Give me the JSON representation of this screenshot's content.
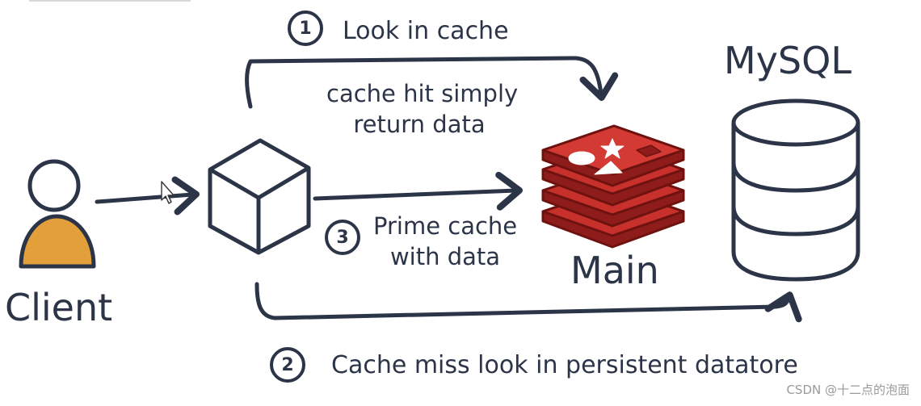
{
  "nodes": {
    "client": "Client",
    "cache": "Main",
    "database": "MySQL"
  },
  "steps": [
    {
      "number": "1",
      "label": "Look in cache"
    },
    {
      "number": "2",
      "label": "Cache miss look in persistent datatore"
    },
    {
      "number": "3",
      "label": "Prime cache",
      "label2": "with data"
    }
  ],
  "notes": {
    "cache_hit_line1": "cache hit simply",
    "cache_hit_line2": "return data"
  },
  "watermark": "CSDN @十二点的泡面",
  "colors": {
    "ink": "#2c3448",
    "client_body": "#e3a03a",
    "redis_red": "#c8302c",
    "redis_dark": "#8e1c1a"
  }
}
